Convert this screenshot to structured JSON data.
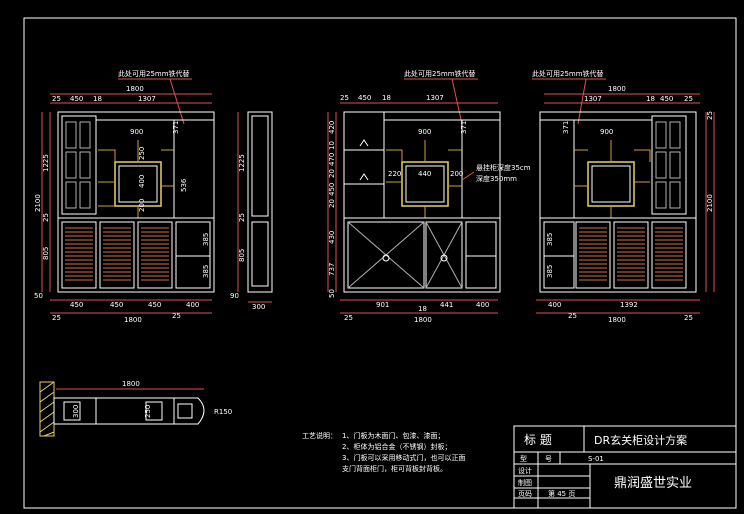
{
  "colors": {
    "background": "#000000",
    "frame": "#ffffff",
    "outline": "#ffffff",
    "dimension": "#e05050",
    "glass": "#b0b0b0",
    "yellow": "#e8d060",
    "shelf": "#c8a040",
    "louver": "#d07040",
    "dim_text": "#ffffff",
    "leader": "#ff5050"
  },
  "view1": {
    "note": "此处可用25mm铁代替",
    "top_dims": [
      "1800",
      "25",
      "450",
      "18",
      "1307"
    ],
    "center_dims": [
      "900",
      "250",
      "400",
      "200",
      "536"
    ],
    "left_dims": [
      "1225",
      "2100",
      "25",
      "805",
      "50"
    ],
    "right_dims": [
      "371",
      "385",
      "385"
    ],
    "bottom_dims": [
      "450",
      "450",
      "450",
      "400"
    ],
    "overall_bottom": [
      "25",
      "1800",
      "25"
    ]
  },
  "side_view": {
    "dims": [
      "1225",
      "25",
      "805",
      "90",
      "300"
    ]
  },
  "view2": {
    "note": "此处可用25mm铁代替",
    "top_dims": [
      "25",
      "450",
      "18",
      "1307"
    ],
    "center_dims": [
      "900",
      "371",
      "220",
      "440",
      "200"
    ],
    "left_dims": [
      "420",
      "10",
      "470",
      "20",
      "450",
      "20",
      "430",
      "737",
      "50"
    ],
    "label": "悬挂柜深度35cm",
    "label_line2": "深度350mm",
    "bottom_dims": [
      "901",
      "18",
      "441",
      "400"
    ],
    "overall_bottom": [
      "25",
      "1800"
    ]
  },
  "view3": {
    "note": "此处可用25mm铁代替",
    "top_dims": [
      "1800",
      "1307",
      "18",
      "450",
      "25"
    ],
    "center_dims": [
      "900",
      "371"
    ],
    "right_dims": [
      "25",
      "2100",
      "385",
      "385"
    ],
    "bottom_dims": [
      "400",
      "1392"
    ],
    "overall_bottom": [
      "25",
      "1800",
      "25"
    ]
  },
  "plan": {
    "width": "1800",
    "dim_a": "300",
    "dim_b": "250",
    "radius": "R150"
  },
  "notes": {
    "title": "工艺说明：",
    "lines": [
      "1、门板为木面门、包漆、漆面；",
      "2、柜体为铝合金（不锈钢）封板；",
      "3、门板可以采用移动式门，也可以正面",
      "支门背面柜门，柜可背板封背板。"
    ]
  },
  "title_block": {
    "label": "标 题",
    "project": "DR玄关柜设计方案",
    "model_label": "型",
    "model_label2": "号",
    "model_value": "S-01",
    "design_label": "设计",
    "draw_label": "制图",
    "page_label": "页码",
    "page_value": "第 45 页",
    "company": "鼎润盛世实业"
  }
}
